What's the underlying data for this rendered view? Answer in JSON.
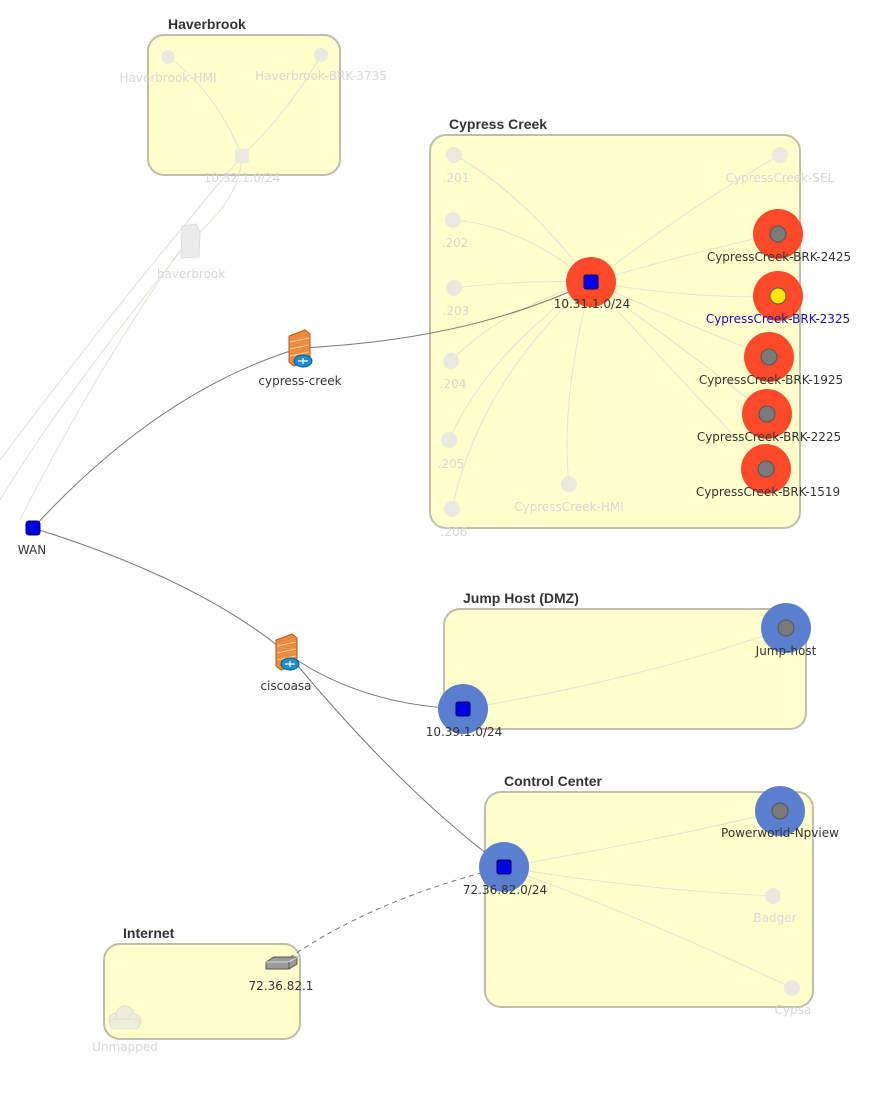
{
  "colors": {
    "zone_fill": "#ffffcc",
    "zone_stroke": "#bdbdb0",
    "alert_halo": "#ff4a2a",
    "info_halo": "#5b7fcf",
    "network_square": "#0000e6",
    "host_dot": "#7a7a7a",
    "selected_dot": "#ffe600",
    "faded_node": "#e9e9e0",
    "link": "#777777",
    "faded_link": "#e2e2d6",
    "firewall": "#f08a3c"
  },
  "zones": {
    "haverbrook": {
      "title": "Haverbrook"
    },
    "cypress": {
      "title": "Cypress Creek"
    },
    "jump": {
      "title": "Jump Host (DMZ)"
    },
    "control": {
      "title": "Control Center"
    },
    "internet": {
      "title": "Internet"
    }
  },
  "nodes": {
    "wan": {
      "label": "WAN",
      "icon": "network-square-icon"
    },
    "cypress_fw": {
      "label": "cypress-creek",
      "icon": "firewall-icon"
    },
    "ciscoasa": {
      "label": "ciscoasa",
      "icon": "firewall-icon"
    },
    "haverbrook_device": {
      "label": "haverbrook",
      "icon": "device-icon"
    },
    "haverbrook_hmi": {
      "label": "Haverbrook-HMI"
    },
    "haverbrook_brk": {
      "label": "Haverbrook-BRK-3735"
    },
    "haverbrook_net": {
      "label": "10.32.1.0/24"
    },
    "cypress_net": {
      "label": "10.31.1.0/24"
    },
    "cc_201": {
      "label": ".201"
    },
    "cc_202": {
      "label": ".202"
    },
    "cc_203": {
      "label": ".203"
    },
    "cc_204": {
      "label": ".204"
    },
    "cc_205": {
      "label": ".205"
    },
    "cc_206": {
      "label": ".206"
    },
    "cc_hmi": {
      "label": "CypressCreek-HMI"
    },
    "cc_sel": {
      "label": "CypressCreek-SEL"
    },
    "cc_brk_2425": {
      "label": "CypressCreek-BRK-2425",
      "status": "alert"
    },
    "cc_brk_2325": {
      "label": "CypressCreek-BRK-2325",
      "status": "alert-selected"
    },
    "cc_brk_1925": {
      "label": "CypressCreek-BRK-1925",
      "status": "alert"
    },
    "cc_brk_2225": {
      "label": "CypressCreek-BRK-2225",
      "status": "alert"
    },
    "cc_brk_1519": {
      "label": "CypressCreek-BRK-1519",
      "status": "alert"
    },
    "jump_net": {
      "label": "10.39.1.0/24"
    },
    "jump_host": {
      "label": "Jump-host"
    },
    "control_net": {
      "label": "72.36.82.0/24"
    },
    "powerworld": {
      "label": "Powerworld-Npview"
    },
    "badger": {
      "label": "Badger"
    },
    "cypsa": {
      "label": "Cypsa"
    },
    "gateway": {
      "label": "72.36.82.1",
      "icon": "router-icon"
    },
    "unmapped": {
      "label": "Unmapped",
      "icon": "cloud-icon"
    }
  }
}
